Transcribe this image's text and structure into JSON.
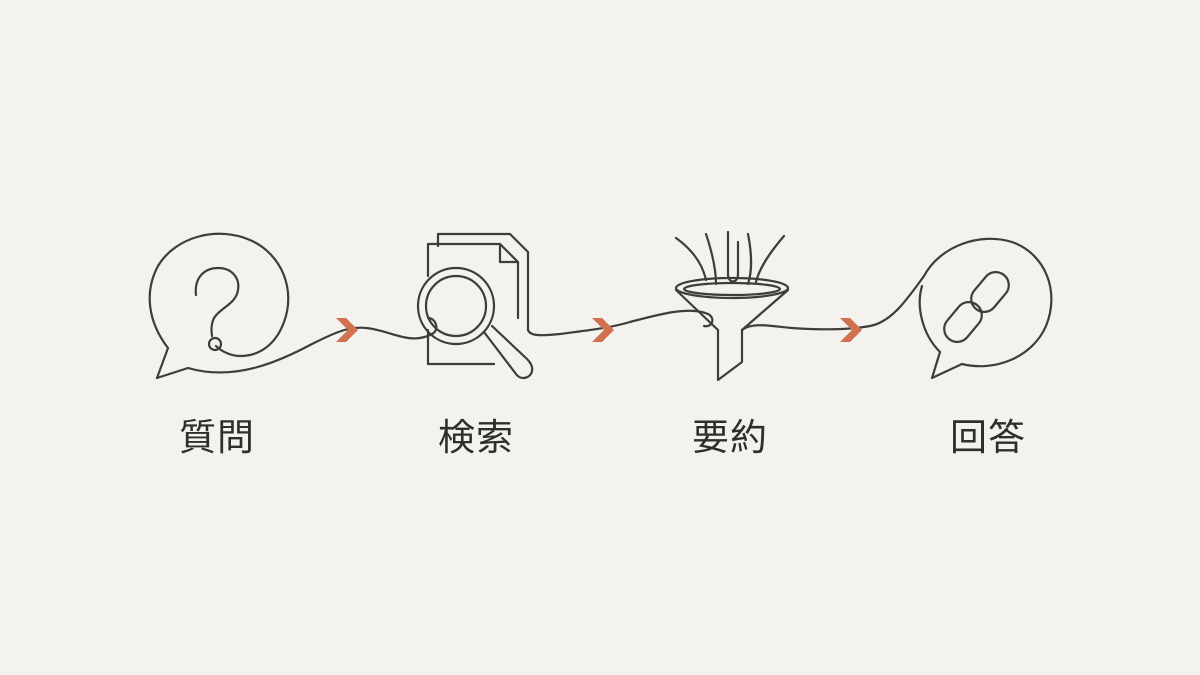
{
  "steps": [
    {
      "label": "質問",
      "icon": "question-bubble-icon"
    },
    {
      "label": "検索",
      "icon": "document-search-icon"
    },
    {
      "label": "要約",
      "icon": "funnel-icon"
    },
    {
      "label": "回答",
      "icon": "link-bubble-icon"
    }
  ],
  "colors": {
    "background": "#f3f2ef",
    "line": "#3f3d3b",
    "arrow": "#d0714f",
    "text": "#2f2e2c"
  }
}
